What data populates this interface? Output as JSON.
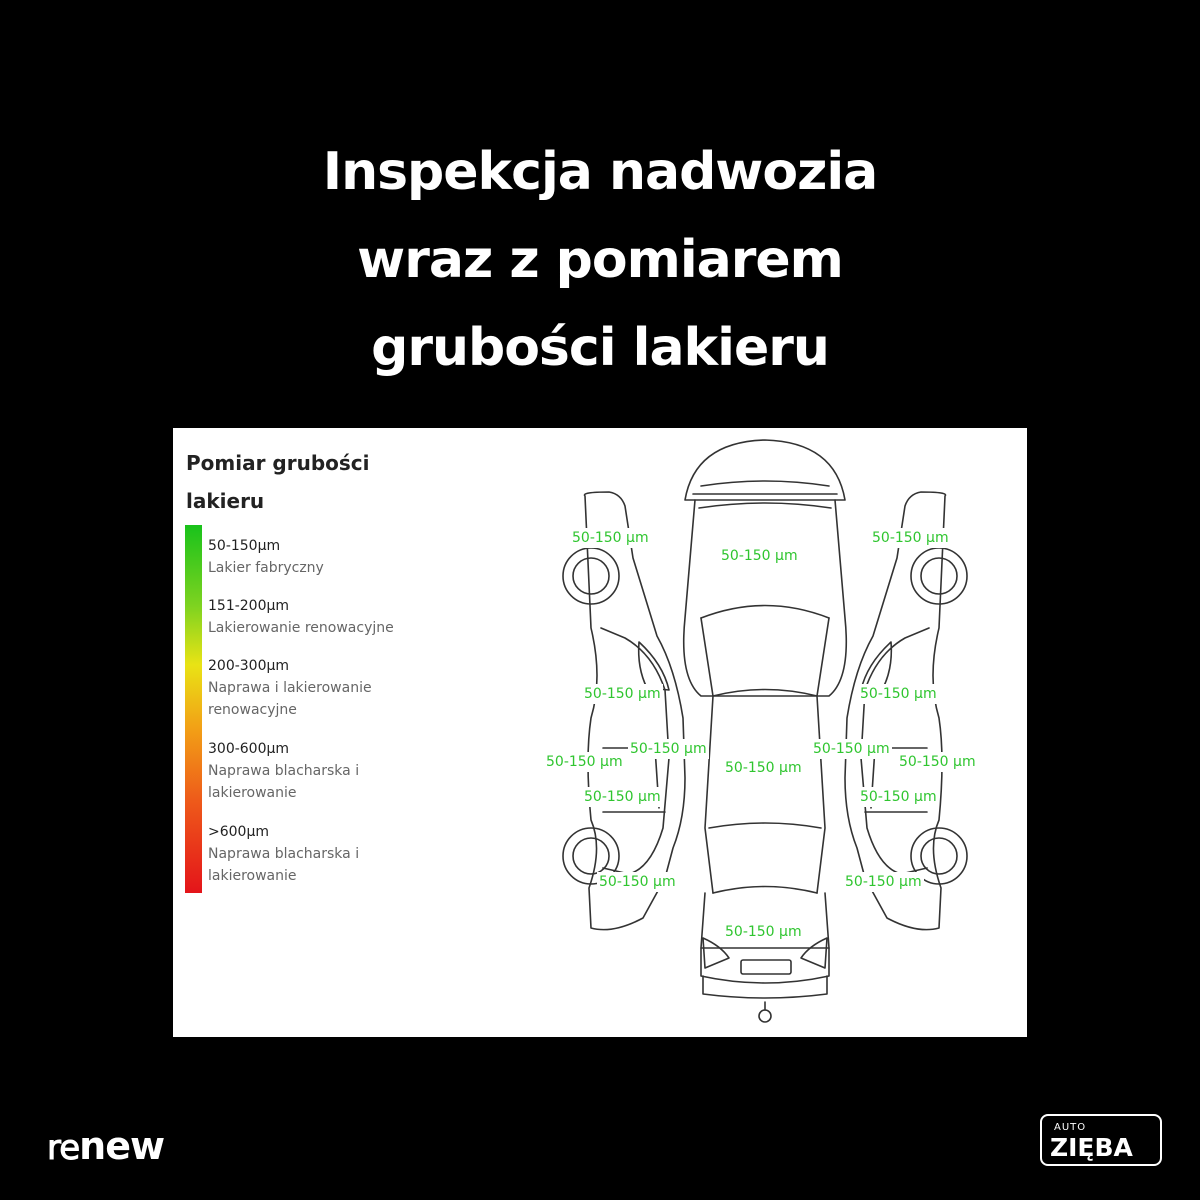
{
  "title_lines": [
    "Inspekcja nadwozia",
    "wraz z pomiarem",
    "grubości lakieru"
  ],
  "legend": {
    "title": "Pomiar grubości lakieru",
    "items": [
      {
        "range": "50-150µm",
        "desc": "Lakier fabryczny"
      },
      {
        "range": "151-200µm",
        "desc": "Lakierowanie renowacyjne"
      },
      {
        "range": "200-300µm",
        "desc": "Naprawa i lakierowanie renowacyjne"
      },
      {
        "range": "300-600µm",
        "desc": "Naprawa blacharska i lakierowanie"
      },
      {
        "range": ">600µm",
        "desc": "Naprawa blacharska i lakierowanie"
      }
    ],
    "scale_colors": [
      "#19c21b",
      "#7ed320",
      "#e9e315",
      "#f2a116",
      "#ee5a1a",
      "#e4141a"
    ]
  },
  "measurement_color": "#2fc52f",
  "measurements": {
    "left_front_fender": "50-150 µm",
    "hood": "50-150 µm",
    "right_front_fender": "50-150 µm",
    "left_front_door": "50-150 µm",
    "right_front_door": "50-150 µm",
    "left_a_pillar": "50-150 µm",
    "right_a_pillar": "50-150 µm",
    "left_sill": "50-150 µm",
    "right_sill": "50-150 µm",
    "roof": "50-150 µm",
    "left_rear_door": "50-150 µm",
    "right_rear_door": "50-150 µm",
    "left_rear_fender": "50-150 µm",
    "right_rear_fender": "50-150 µm",
    "trunk": "50-150 µm"
  },
  "brand_left": {
    "prefix": "re",
    "suffix": "new"
  },
  "brand_right": {
    "top": "AUTO",
    "name": "ZIĘBA"
  }
}
